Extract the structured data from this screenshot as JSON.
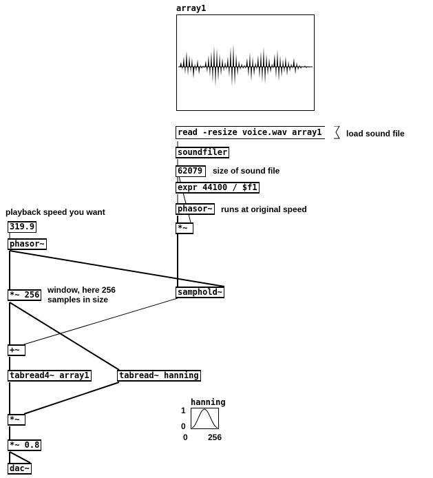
{
  "array1": {
    "label": "array1"
  },
  "objects": {
    "read_msg": "read -resize voice.wav array1",
    "soundfiler": "soundfiler",
    "size_num": "62079",
    "expr": "expr 44100 / $f1",
    "phasor_right": "phasor~",
    "mul_right": "*~",
    "speed_num": "319.9",
    "phasor_left": "phasor~",
    "mul_256": "*~ 256",
    "samphold": "samphold~",
    "plus": "+~",
    "tabread4": "tabread4~ array1",
    "tabread_hanning": "tabread~ hanning",
    "mul_env": "*~",
    "mul_08": "*~ 0.8",
    "dac": "dac~"
  },
  "comments": {
    "load": "load sound file",
    "size": "size of sound file",
    "runs": "runs at original speed",
    "speed": "playback speed you want",
    "window": "window, here 256 samples in size"
  },
  "hanning": {
    "label": "hanning",
    "y_max": "1",
    "y_min": "0",
    "x_min": "0",
    "x_max": "256"
  }
}
